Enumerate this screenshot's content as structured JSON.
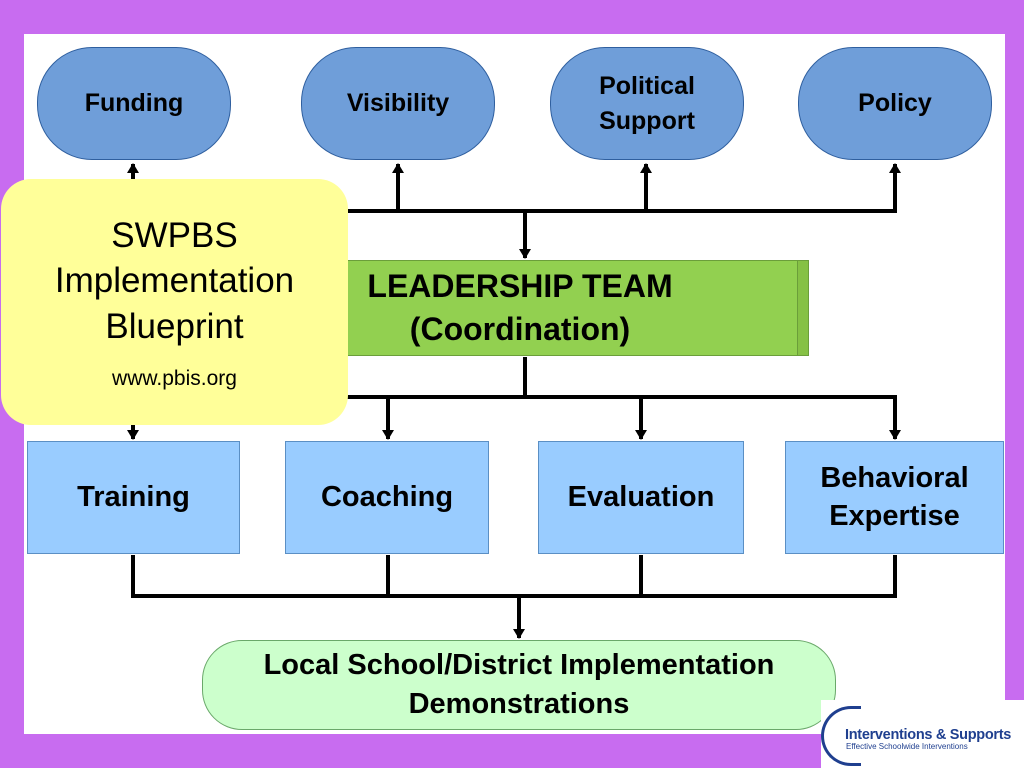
{
  "top_nodes": [
    {
      "label_line1": "Funding",
      "label_line2": ""
    },
    {
      "label_line1": "Visibility",
      "label_line2": ""
    },
    {
      "label_line1": "Political",
      "label_line2": "Support"
    },
    {
      "label_line1": "Policy",
      "label_line2": ""
    }
  ],
  "leadership": {
    "line1": "LEADERSHIP TEAM",
    "line2": "(Coordination)"
  },
  "middle_nodes": [
    {
      "label_line1": "Training",
      "label_line2": ""
    },
    {
      "label_line1": "Coaching",
      "label_line2": ""
    },
    {
      "label_line1": "Evaluation",
      "label_line2": ""
    },
    {
      "label_line1": "Behavioral",
      "label_line2": "Expertise"
    }
  ],
  "bottom_node": {
    "line1": "Local School/District Implementation",
    "line2": "Demonstrations"
  },
  "callout": {
    "line1": "SWPBS",
    "line2": "Implementation",
    "line3": "Blueprint",
    "url": "www.pbis.org"
  },
  "logo": {
    "line1": "Interventions & Supports",
    "line2": "Effective Schoolwide Interventions"
  },
  "colors": {
    "background": "#c86cf0",
    "top_oval": "#6f9ed9",
    "leadership": "#92d050",
    "middle_box": "#99ccff",
    "bottom_box": "#ccffcc",
    "callout": "#ffff99"
  }
}
